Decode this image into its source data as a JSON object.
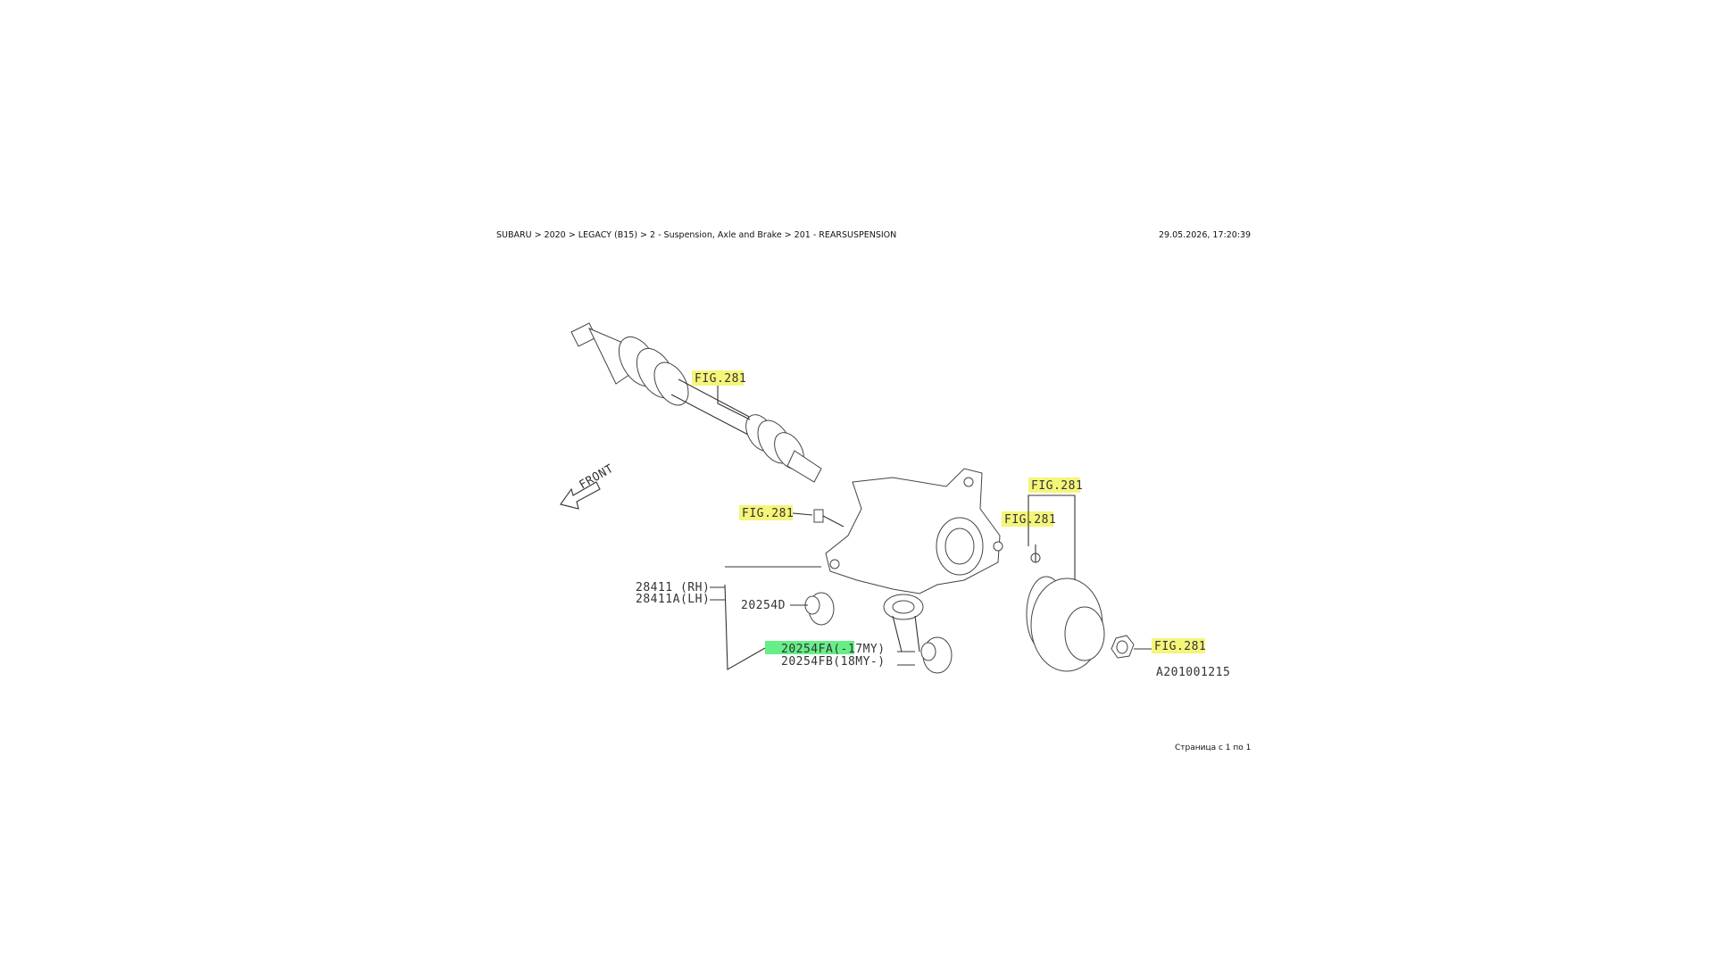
{
  "header": {
    "breadcrumb": "SUBARU > 2020 > LEGACY (B15) > 2 - Suspension, Axle and Brake > 201 - REARSUSPENSION",
    "timestamp": "29.05.2026, 17:20:39"
  },
  "footer": {
    "page_info": "Страница с 1 по 1"
  },
  "colors": {
    "highlight_yellow": "#f5f57a",
    "highlight_green": "#66ee88",
    "line": "#333333"
  },
  "diagram": {
    "orientation_label": "FRONT",
    "diagram_code": "A201001215",
    "labels": {
      "fig_shaft": "FIG.281",
      "fig_bolt": "FIG.281",
      "fig_hub_top": "FIG.281",
      "fig_hub_bolt": "FIG.281",
      "fig_nut": "FIG.281",
      "part_rh": "28411 (RH)",
      "part_lh": "28411A(LH)",
      "bushing": "20254D",
      "bushing_a": "20254FA(-17MY)",
      "bushing_b": "20254FB(18MY-)"
    }
  }
}
